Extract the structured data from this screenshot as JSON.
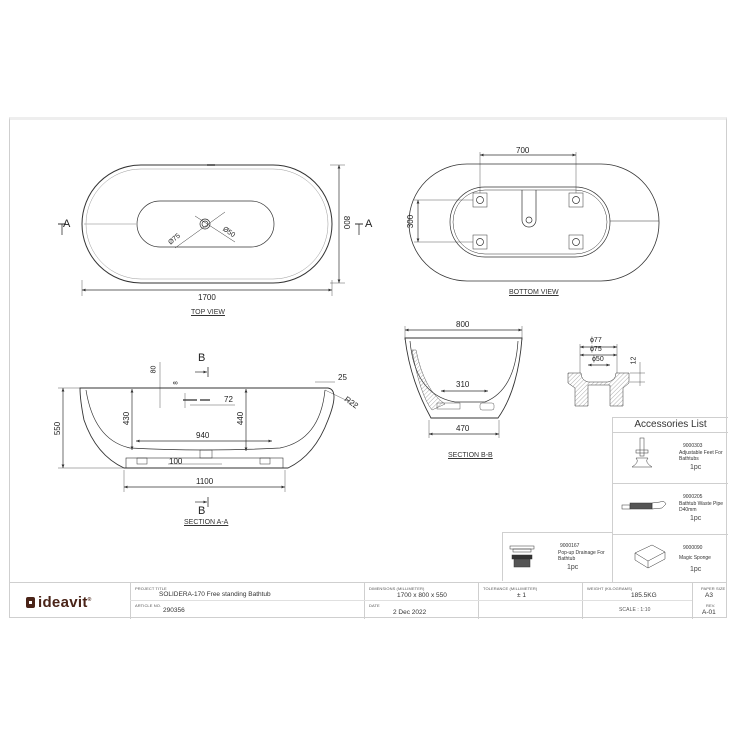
{
  "sheet": {
    "top_view": {
      "title": "TOP VIEW",
      "length": "1700",
      "width": "800",
      "drain_outer": "Ø75",
      "drain_inner": "Ø50",
      "section_marker": "A"
    },
    "bottom_view": {
      "title": "BOTTOM VIEW",
      "feet_spacing_x": "700",
      "feet_spacing_y": "300"
    },
    "section_aa": {
      "title": "SECTION A-A",
      "height": "550",
      "inner_depth_left": "430",
      "inner_depth_right": "440",
      "inner_length": "940",
      "base_length": "1100",
      "drain_offset": "100",
      "overflow_height": "80",
      "overflow_size": "8",
      "overflow_width": "72",
      "rim_width": "25",
      "rim_radius": "R22",
      "section_marker": "B"
    },
    "section_bb": {
      "title": "SECTION B-B",
      "width": "800",
      "inner_base": "310",
      "base_width": "470"
    },
    "drain_detail": {
      "d1": "ϕ77",
      "d2": "ϕ75",
      "d3": "ϕ50",
      "depth": "12"
    }
  },
  "accessories": {
    "title": "Accessories List",
    "items": [
      {
        "code": "9000303",
        "name": "Adjustable Feet For Bathtubs",
        "qty": "1pc",
        "icon": "adjustable-foot-icon"
      },
      {
        "code": "9000205",
        "name": "Bathtub Waste Pipe D40mm",
        "qty": "1pc",
        "icon": "waste-pipe-icon"
      },
      {
        "code": "9000167",
        "name": "Pop-up Drainage For Bathtub",
        "qty": "1pc",
        "icon": "popup-drain-icon"
      },
      {
        "code": "9000090",
        "name": "Magic Sponge",
        "qty": "1pc",
        "icon": "sponge-icon"
      }
    ]
  },
  "title_block": {
    "brand": "ideavit",
    "project_title_label": "PROJECT TITLE",
    "project_title": "SOLIDERA-170 Free standing Bathtub",
    "article_label": "ARTICLE NO.",
    "article_no": "290356",
    "dimensions_label": "DIMENSIONS (MILLIMETER)",
    "dimensions": "1700 x 800 x 550",
    "date_label": "DATE",
    "date": "2 Dec 2022",
    "tolerance_label": "TOLERANCE (MILLIMETER)",
    "tolerance": "± 1",
    "weight_label": "WEIGHT (KILOGRAMS)",
    "weight": "185.5KG",
    "scale": "SCALE : 1:10",
    "paper_label": "PAPER SIZE",
    "paper": "A3",
    "rev_label": "REV.",
    "rev": "A-01"
  }
}
